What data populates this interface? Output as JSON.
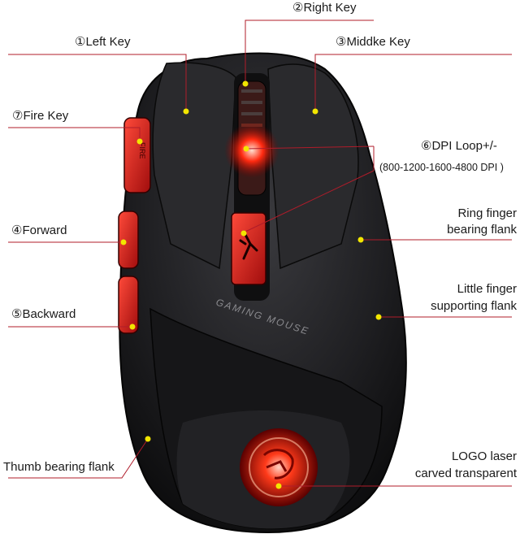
{
  "colors": {
    "leader_line": "#b01c2a",
    "marker_dot": "#f2e600",
    "mouse_body": "#1c1c1e",
    "accent_red": "#e01a1a"
  },
  "labels": {
    "left_key": "①Left Key",
    "right_key": "②Right Key",
    "middle_key": "③Middke Key",
    "fire_key": "⑦Fire Key",
    "dpi_title": "⑥DPI Loop+/-",
    "dpi_range": "(800-1200-1600-4800 DPI )",
    "forward": "④Forward",
    "backward": "⑤Backward",
    "ring_finger_1": "Ring finger",
    "ring_finger_2": "bearing flank",
    "little_finger_1": "Little finger",
    "little_finger_2": "supporting flank",
    "thumb": "Thumb bearing flank",
    "logo_1": "LOGO laser",
    "logo_2": "carved transparent"
  },
  "mouse": {
    "side_button_text": "FIRE",
    "body_text": "GAMING MOUSE"
  }
}
